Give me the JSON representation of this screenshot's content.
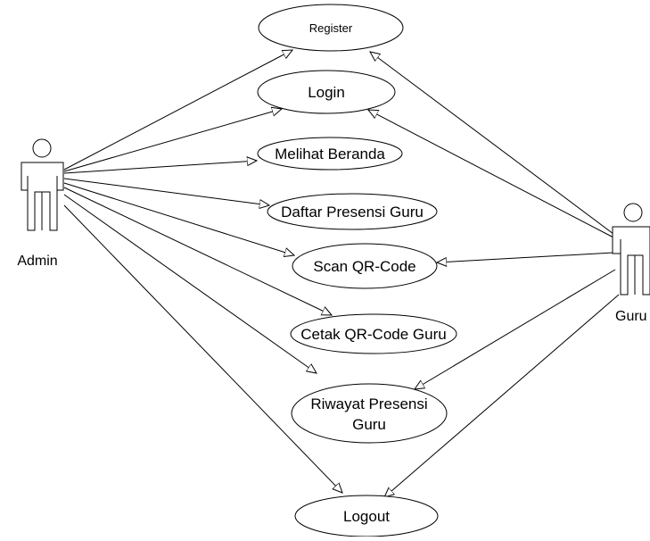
{
  "actors": {
    "admin": "Admin",
    "guru": "Guru"
  },
  "use_cases": {
    "register": "Register",
    "login": "Login",
    "melihat_beranda": "Melihat Beranda",
    "daftar_presensi": "Daftar Presensi Guru",
    "scan_qr": "Scan QR-Code",
    "cetak_qr": "Cetak QR-Code Guru",
    "riwayat_line1": "Riwayat Presensi",
    "riwayat_line2": "Guru",
    "logout": "Logout"
  },
  "colors": {
    "stroke": "#000000",
    "fill": "#ffffff"
  }
}
